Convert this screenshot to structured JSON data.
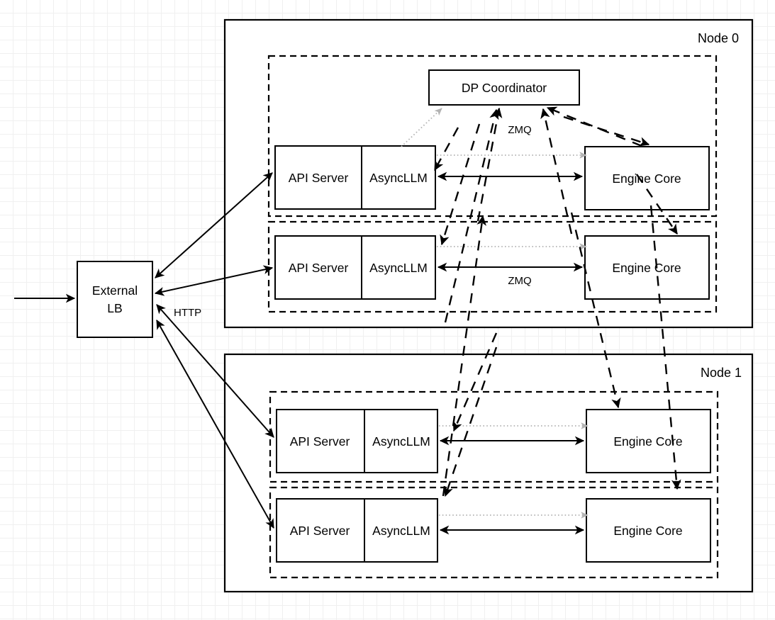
{
  "diagram": {
    "title_hidden": "",
    "background": "graph-paper",
    "colors": {
      "stroke": "#000000",
      "surface": "#ffffff",
      "dotted_accent": "#b3b3b3",
      "grid_minor": "#f0f0f0",
      "grid_major": "#dcdcdc"
    }
  },
  "external": {
    "lb_line1": "External",
    "lb_line2": "LB",
    "http_label": "HTTP"
  },
  "nodes": [
    {
      "name": "Node 0",
      "has_coordinator": true,
      "coordinator_label": "DP Coordinator",
      "zmq_labels": [
        "ZMQ",
        "ZMQ"
      ],
      "groups": [
        {
          "api_server_label": "API Server",
          "async_llm_label": "AsyncLLM",
          "engine_core_label": "Engine Core"
        },
        {
          "api_server_label": "API Server",
          "async_llm_label": "AsyncLLM",
          "engine_core_label": "Engine Core"
        }
      ]
    },
    {
      "name": "Node 1",
      "has_coordinator": false,
      "coordinator_label": "",
      "zmq_labels": [],
      "groups": [
        {
          "api_server_label": "API Server",
          "async_llm_label": "AsyncLLM",
          "engine_core_label": "Engine Core"
        },
        {
          "api_server_label": "API Server",
          "async_llm_label": "AsyncLLM",
          "engine_core_label": "Engine Core"
        }
      ]
    }
  ]
}
